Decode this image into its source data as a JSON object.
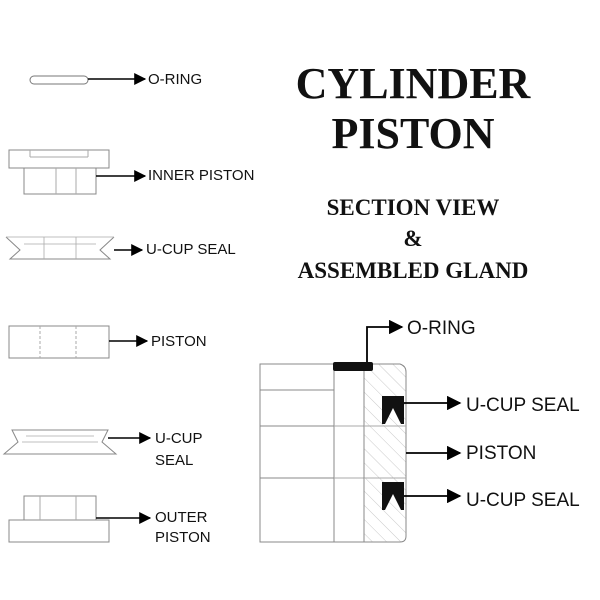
{
  "title": {
    "line1": "CYLINDER",
    "line2": "PISTON",
    "sub1": "SECTION VIEW",
    "sub2": "&",
    "sub3": "ASSEMBLED GLAND"
  },
  "parts": [
    {
      "id": "o-ring",
      "lines": [
        "O-RING"
      ]
    },
    {
      "id": "inner-piston",
      "lines": [
        "INNER PISTON"
      ]
    },
    {
      "id": "u-cup-seal-1",
      "lines": [
        "U-CUP SEAL"
      ]
    },
    {
      "id": "piston",
      "lines": [
        "PISTON"
      ]
    },
    {
      "id": "u-cup-seal-2",
      "lines": [
        "U-CUP",
        "SEAL"
      ]
    },
    {
      "id": "outer-piston",
      "lines": [
        "OUTER",
        "PISTON"
      ]
    }
  ],
  "assembly_labels": {
    "o_ring": "O-RING",
    "u_cup_top": "U-CUP SEAL",
    "piston": "PISTON",
    "u_cup_bottom": "U-CUP SEAL"
  }
}
